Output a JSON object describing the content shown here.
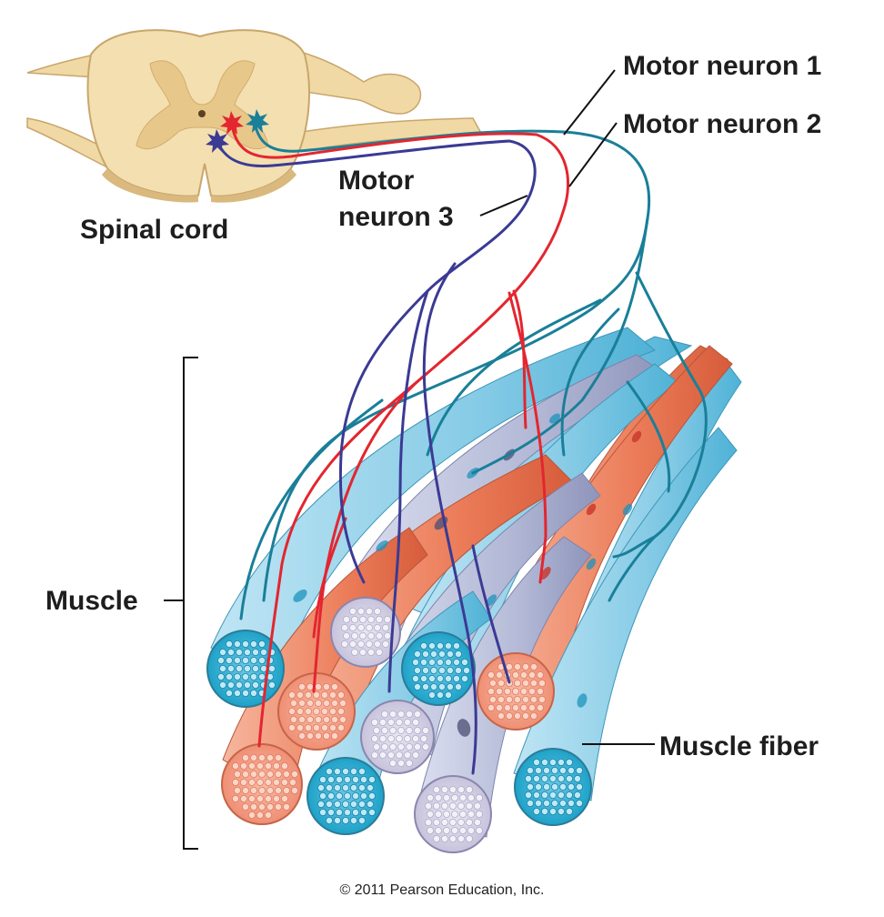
{
  "labels": {
    "motor_neuron_1": "Motor neuron 1",
    "motor_neuron_2": "Motor neuron 2",
    "motor_neuron_3_line1": "Motor",
    "motor_neuron_3_line2": "neuron 3",
    "spinal_cord": "Spinal cord",
    "muscle": "Muscle",
    "muscle_fiber": "Muscle fiber"
  },
  "copyright": "© 2011 Pearson Education, Inc.",
  "colors": {
    "neuron_1": "#1a7f99",
    "neuron_2": "#e3262f",
    "neuron_3": "#3b3a94",
    "fiber_blue": "#8fd0ea",
    "fiber_blue_end": "#1da2c8",
    "fiber_red": "#ea8060",
    "fiber_red_end": "#f2a18d",
    "fiber_gray": "#b5bcd6",
    "fiber_gray_end": "#d6d3e8",
    "spinal_cord": "#f3dfb0",
    "grey_matter": "#e8c78a"
  }
}
